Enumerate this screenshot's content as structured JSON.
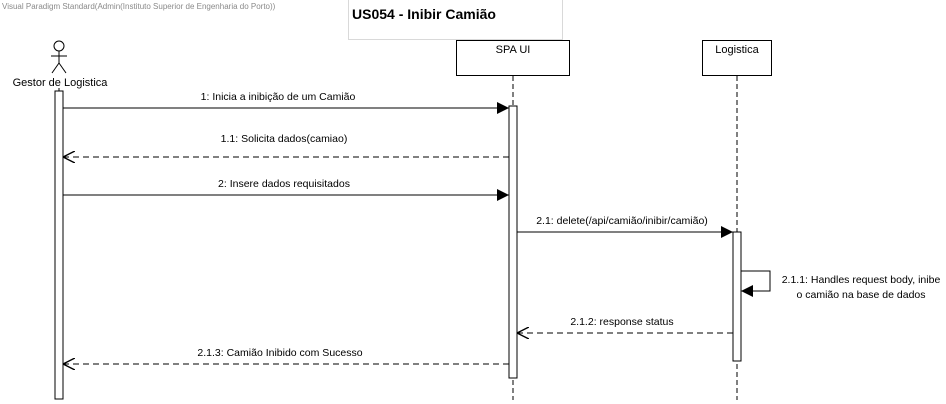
{
  "watermark": "Visual Paradigm Standard(Admin(Instituto Superior de Engenharia do Porto))",
  "title": "US054 - Inibir Camião",
  "participants": {
    "actor": "Gestor de Logistica",
    "spa": "SPA UI",
    "logistica": "Logistica"
  },
  "messages": [
    {
      "id": "1",
      "label": "1: Inicia a inibição de um Camião",
      "type": "sync"
    },
    {
      "id": "1.1",
      "label": "1.1: Solicita dados(camiao)",
      "type": "return"
    },
    {
      "id": "2",
      "label": "2: Insere dados requisitados",
      "type": "sync"
    },
    {
      "id": "2.1",
      "label": "2.1: delete(/api/camião/inibir/camião)",
      "type": "sync"
    },
    {
      "id": "2.1.1",
      "label": "2.1.1:  Handles request body, inibe o camião na base de dados",
      "type": "self"
    },
    {
      "id": "2.1.2",
      "label": "2.1.2: response status",
      "type": "return"
    },
    {
      "id": "2.1.3",
      "label": "2.1.3: Camião Inibido com Sucesso",
      "type": "return"
    }
  ]
}
